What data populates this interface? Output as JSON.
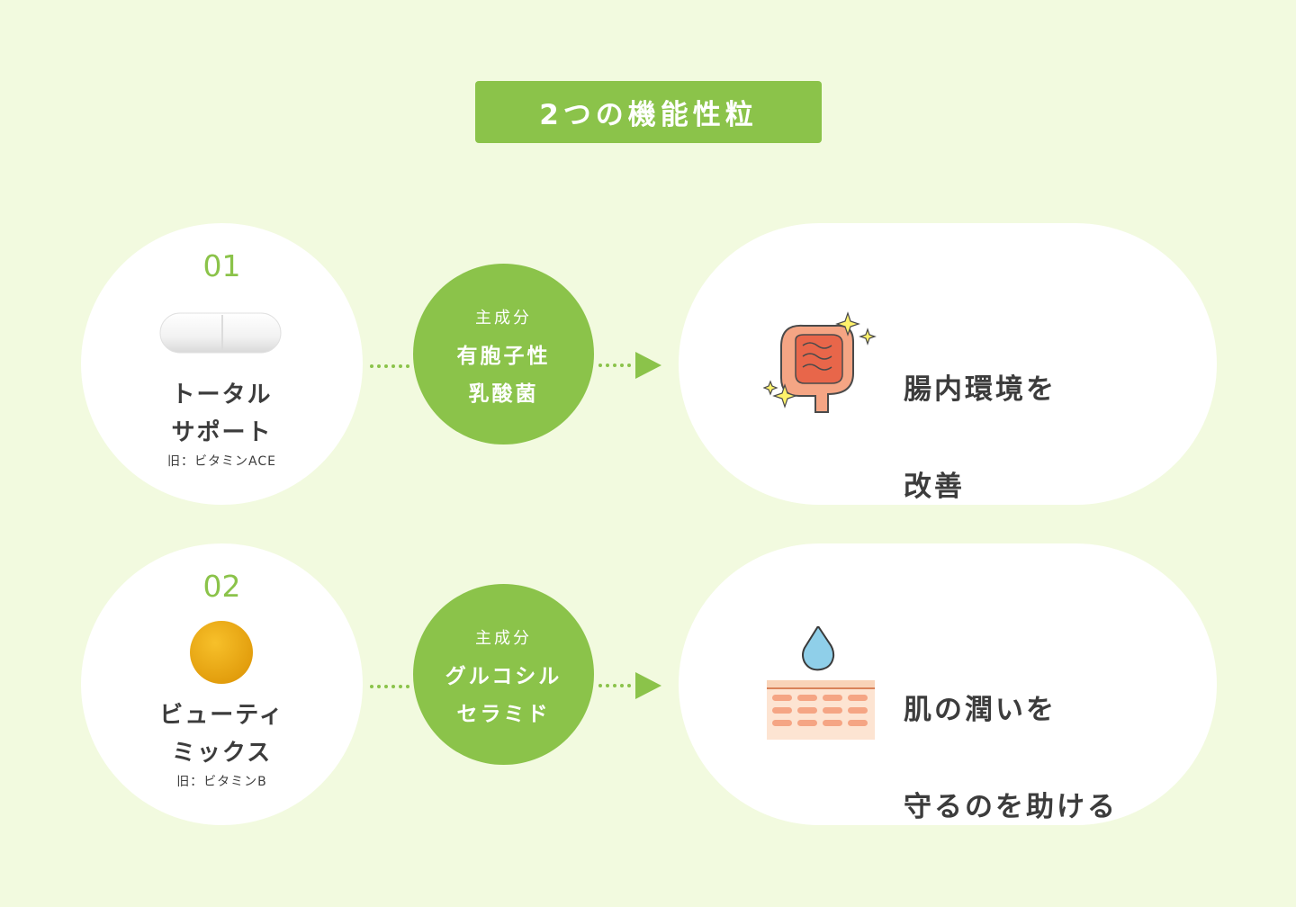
{
  "title": "2つの機能性粒",
  "items": [
    {
      "number": "01",
      "product_name_line1": "トータル",
      "product_name_line2": "サポート",
      "product_old_name": "旧：ビタミンACE",
      "ingredient_label": "主成分",
      "ingredient_line1": "有胞子性",
      "ingredient_line2": "乳酸菌",
      "effect_line1": "腸内環境を",
      "effect_line2": "改善",
      "icon": "intestine-icon"
    },
    {
      "number": "02",
      "product_name_line1": "ビューティ",
      "product_name_line2": "ミックス",
      "product_old_name": "旧：ビタミンB",
      "ingredient_label": "主成分",
      "ingredient_line1": "グルコシル",
      "ingredient_line2": "セラミド",
      "effect_line1": "肌の潤いを",
      "effect_line2": "守るのを助ける",
      "icon": "skin-moisture-icon"
    }
  ],
  "colors": {
    "background": "#f2fadf",
    "accent_green": "#8bc34a",
    "text_dark": "#3c3c3c"
  }
}
